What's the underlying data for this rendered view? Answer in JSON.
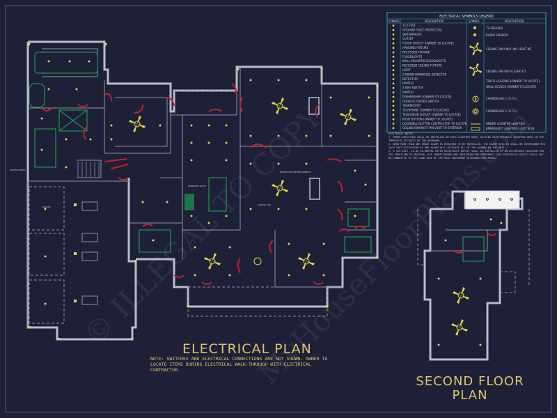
{
  "plan": {
    "title": "ELECTRICAL PLAN",
    "note": "NOTE: SWITCHES AND ELECTRICAL CONNECTIONS ARE NOT SHOWN. OWNER TO LOCATE ITEMS DURING ELECTRICAL WALK-THROUGH WITH ELECTRICAL CONTRACTOR."
  },
  "second_floor": {
    "title": "SECOND FLOOR PLAN"
  },
  "legend": {
    "title": "ELECTRICAL SYMBOLS LEGEND",
    "col_symbol": "SYMBOL",
    "col_description": "DESCRIPTION",
    "left_items": [
      "110 VOLT",
      "GROUND FAULT PROTECTED",
      "WATERPROOF",
      "OUTLET",
      "FLOOR OUTLET (OWNER TO LOCATE)",
      "HANGING FIXTURE",
      "RECESSED FIXTURE",
      "FLOODLIGHTS",
      "WALL MOUNTED FLOODLIGHTS",
      "RECESSED CEILING FIXTURE",
      "LIGHT",
      "CARBON MONOXIDE DETECTOR",
      "DETECTOR",
      "SWITCH",
      "3 WAY SWITCH",
      "SWITCH",
      "DISHWASHER (OWNER TO LOCATE)",
      "DOOR ACTIVATED SWITCH",
      "THERMOSTAT",
      "TELEPHONE (OWNER TO LOCATE)",
      "TELEVISION OUTLET (OWNER TO LOCATE)",
      "PUSH BUTTON (OWNER TO LOCATE)",
      "DOORBELL BUTTON CONTRACTOR TO LOCATE",
      "CEILING EXHAUST FAN VENT TO EXTERIOR"
    ],
    "right_items": [
      "TV SPEAKER",
      "RADIO SPEAKER",
      "CEILING FAN ONLY, NO LIGHT KIT",
      "CEILING FAN WITH LIGHT KIT",
      "TRACK LIGHTING (OWNER TO LOCATE)",
      "WALL SCONCE (OWNER TO LOCATE)",
      "CHANDELIER 1 (O.T.S.)",
      "CHANDELIER 2 (O.T.S.)",
      "UNDER COUNTER LIGHTING",
      "EMERGENCY LIGHTING / EXIT SIGN"
    ]
  },
  "notes": {
    "heading": "ELECTRICAL NOTES:",
    "lines": [
      "1. SMOKE DETECTORS SHALL BE INSTALLED IN EACH SLEEPING ROOM, OUTSIDE EACH SEPARATE SLEEPING AREA IN THE IMMEDIATE VICINITY OF THE BEDROOMS.",
      "2. WHEN MORE THAN ONE SMOKE ALARM IS REQUIRED TO BE INSTALLED, THE ALARM DEVICES SHALL BE INTERCONNECTED SUCH THAT ACTIVATION OF ONE ALARM WILL ACTIVATE ALL OF THE ALARMS IN THE UNIT.",
      "3. A 125-VOLT, 15-OR 20-AMPERE RATED RECEPTACLE OUTLET SHALL BE INSTALLED AT AN ACCESSIBLE LOCATION FOR THE SERVICING OF HEATING, AIR CONDITIONING AND REFRIGERATION EQUIPMENT. THE RECEPTACLE OUTLET SHALL NOT BE CONNECTED TO THE LOAD SIDE OF THE HVAC EQUIPMENT DISCONNECTING MEANS."
    ]
  },
  "labels": {
    "garage_tag": "GARAGE",
    "pendant_tag": "PENDANT LIGHTS",
    "power_tag": "POWER FOR ENTERTAINMENT",
    "fan_tag": "CEILING FAN",
    "power_supply": "POWER SUPPLY"
  },
  "watermark": {
    "line1": "© ILLEGAL TO COPY",
    "line2": "MyHouseFloorPlans.com"
  },
  "colors": {
    "background": "#1e2038",
    "walls": "#b9bdcf",
    "doors": "#c81e2e",
    "fixtures": "#e7d84a",
    "title": "#e0c46a",
    "legend_border": "#2fa3a3"
  }
}
